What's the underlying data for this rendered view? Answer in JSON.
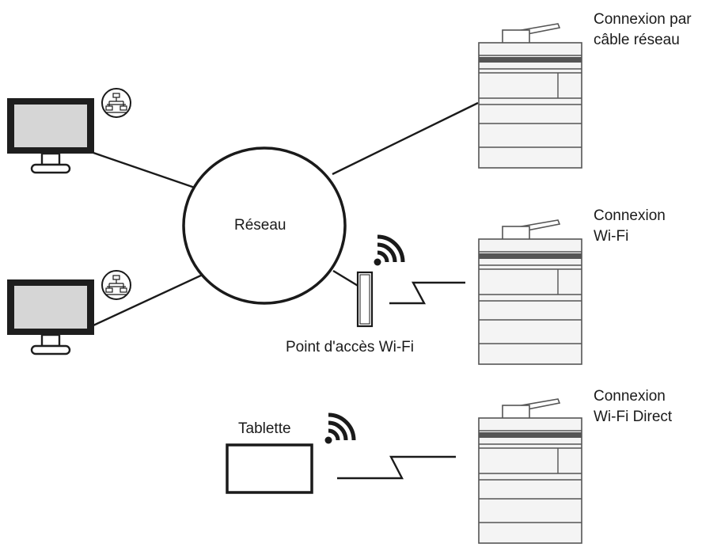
{
  "labels": {
    "network": "Réseau",
    "access_point": "Point d'accès Wi-Fi",
    "tablet": "Tablette",
    "wired_line1": "Connexion par",
    "wired_line2": "câble réseau",
    "wifi_line1": "Connexion",
    "wifi_line2": "Wi-Fi",
    "direct_line1": "Connexion",
    "direct_line2": "Wi-Fi Direct"
  },
  "icons": {
    "computer": "desktop-monitor-icon",
    "lan": "network-lan-icon",
    "wifi": "wifi-signal-icon",
    "printer": "multifunction-printer-icon",
    "tablet": "tablet-icon",
    "access_point": "wifi-access-point-icon",
    "wireless_link": "wireless-link-icon"
  },
  "colors": {
    "line": "#1a1a1a",
    "screen": "#d2d2d2",
    "printer_outline": "#555555",
    "printer_fill": "#f2f2f2",
    "background": "#ffffff"
  }
}
